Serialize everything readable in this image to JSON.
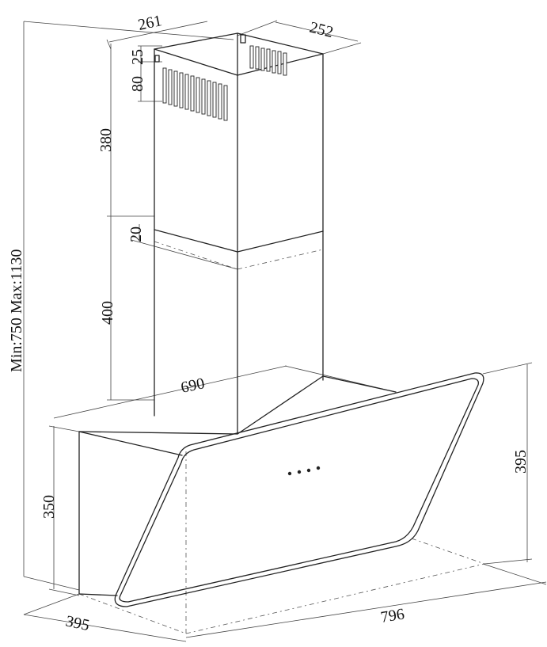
{
  "dimensions": {
    "chimney_depth": "261",
    "chimney_width": "252",
    "vent_offset": "25",
    "vent_height": "80",
    "upper_chimney_height": "380",
    "overlap": "20",
    "lower_chimney_height": "400",
    "total_height_range": "Min:750 Max:1130",
    "body_width": "690",
    "body_height": "350",
    "glass_height": "395",
    "depth": "395",
    "glass_width": "796"
  },
  "colors": {
    "line": "#222222",
    "background": "#ffffff"
  }
}
